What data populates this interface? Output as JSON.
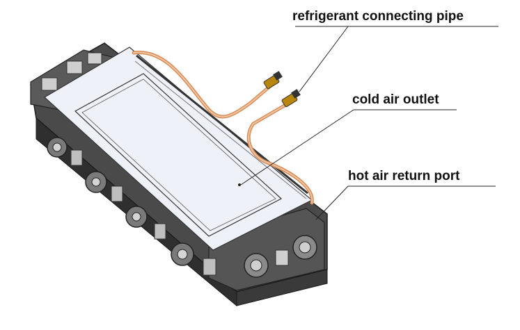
{
  "labels": {
    "refrigerant_pipe": "refrigerant connecting pipe",
    "cold_air_outlet": "cold air outlet",
    "hot_air_return": "hot air return port"
  },
  "colors": {
    "body_gray": "#3b3b3b",
    "panel_light": "#e9eef6",
    "pipe_copper": "#e0a070",
    "leader_line": "#222222"
  }
}
